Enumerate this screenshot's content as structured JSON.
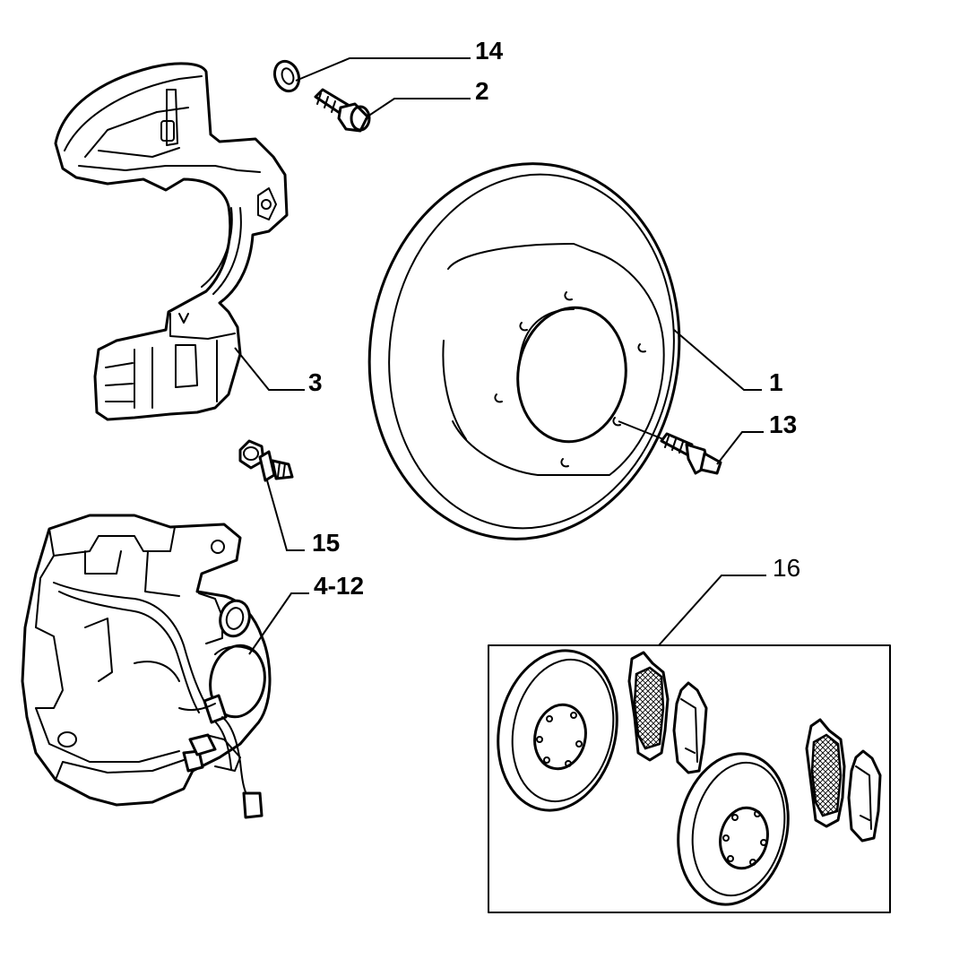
{
  "callouts": {
    "c14": "14",
    "c2": "2",
    "c3": "3",
    "c1": "1",
    "c13": "13",
    "c15": "15",
    "c4_12": "4-12",
    "c16": "16"
  },
  "parts": {
    "splash_shield": "splash-shield",
    "washer": "washer",
    "bolt": "bolt",
    "brake_disc": "brake-disc",
    "wheel_stud": "wheel-stud",
    "bleed_screw": "bleed-screw",
    "brake_caliper": "brake-caliper",
    "disc_pad_kit": "disc-pad-kit"
  },
  "colors": {
    "line": "#000000",
    "background": "#ffffff"
  }
}
